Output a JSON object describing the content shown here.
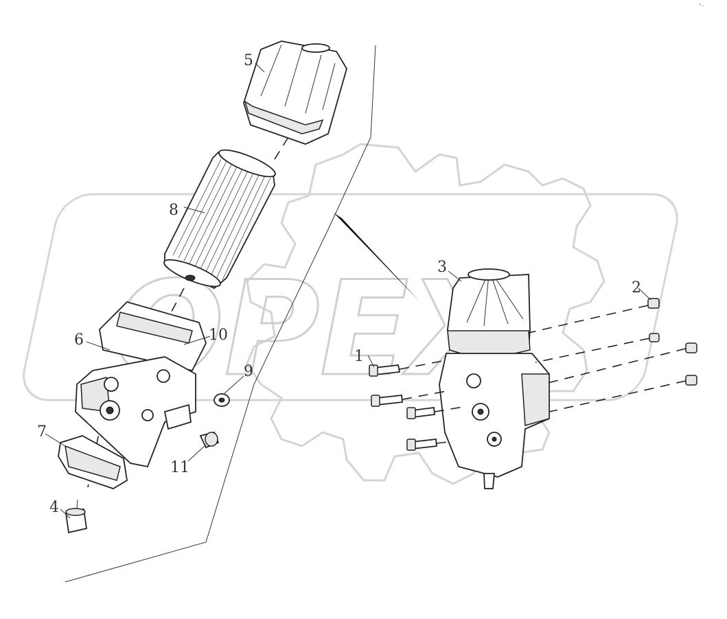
{
  "diagram": {
    "watermark": "OPEX",
    "corner_mark": "˄⁻",
    "callouts": [
      {
        "id": "1",
        "label": "1"
      },
      {
        "id": "2",
        "label": "2"
      },
      {
        "id": "3",
        "label": "3"
      },
      {
        "id": "4",
        "label": "4"
      },
      {
        "id": "5",
        "label": "5"
      },
      {
        "id": "6",
        "label": "6"
      },
      {
        "id": "7",
        "label": "7"
      },
      {
        "id": "8",
        "label": "8"
      },
      {
        "id": "9",
        "label": "9"
      },
      {
        "id": "10",
        "label": "10"
      },
      {
        "id": "11",
        "label": "11"
      }
    ]
  }
}
